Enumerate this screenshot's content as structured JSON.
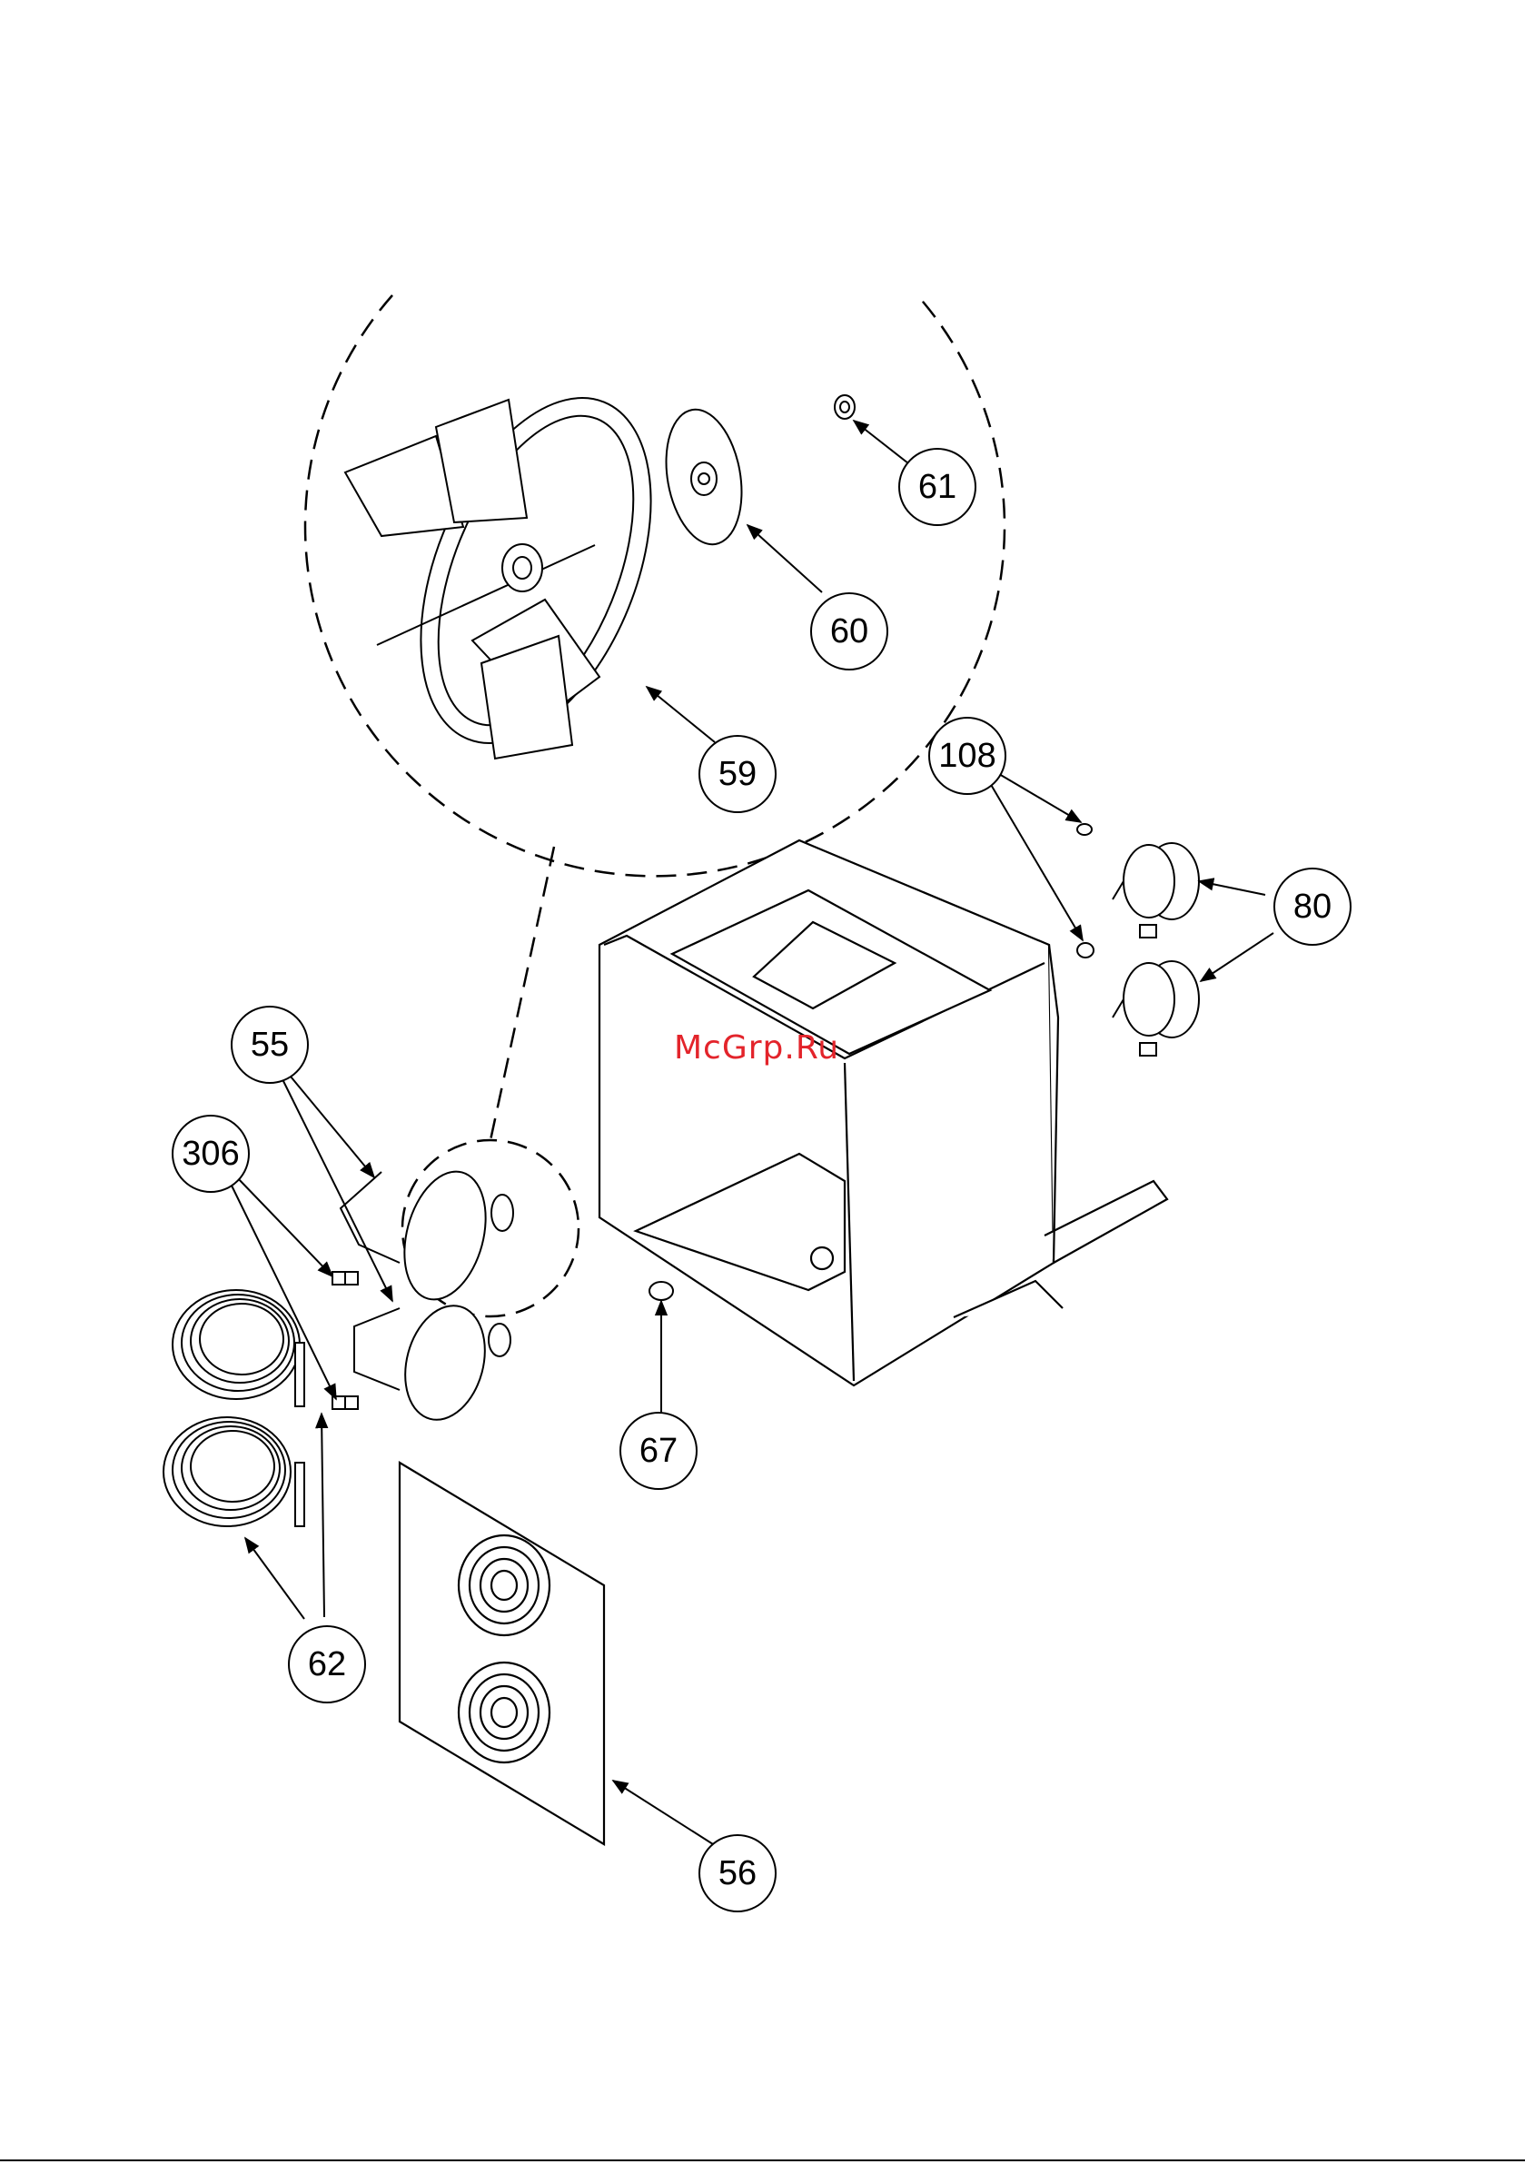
{
  "watermark": "McGrp.Ru",
  "callouts": [
    {
      "id": "61",
      "label": "61"
    },
    {
      "id": "60",
      "label": "60"
    },
    {
      "id": "59",
      "label": "59"
    },
    {
      "id": "108",
      "label": "108"
    },
    {
      "id": "80",
      "label": "80"
    },
    {
      "id": "55",
      "label": "55"
    },
    {
      "id": "306",
      "label": "306"
    },
    {
      "id": "67",
      "label": "67"
    },
    {
      "id": "62",
      "label": "62"
    },
    {
      "id": "56",
      "label": "56"
    }
  ],
  "colors": {
    "line": "#000000",
    "watermark": "#e3242b",
    "background": "#ffffff"
  }
}
